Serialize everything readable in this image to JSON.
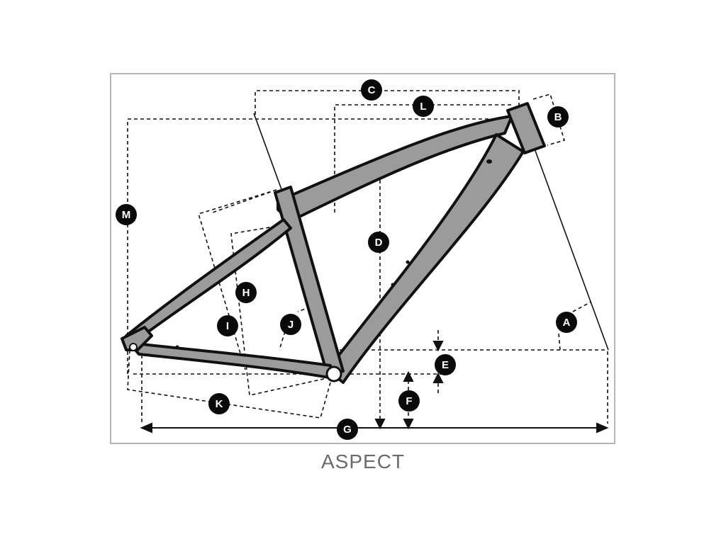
{
  "model_name": "ASPECT",
  "colors": {
    "frame_fill": "#9b9b9b",
    "frame_stroke": "#111111",
    "border": "#b5b5b5",
    "guide": "#111111",
    "marker_fill": "#0a0a0a",
    "marker_text": "#ffffff",
    "caption": "#6b6b6b"
  },
  "markers": [
    "A",
    "B",
    "C",
    "D",
    "E",
    "F",
    "G",
    "H",
    "I",
    "J",
    "K",
    "L",
    "M"
  ]
}
